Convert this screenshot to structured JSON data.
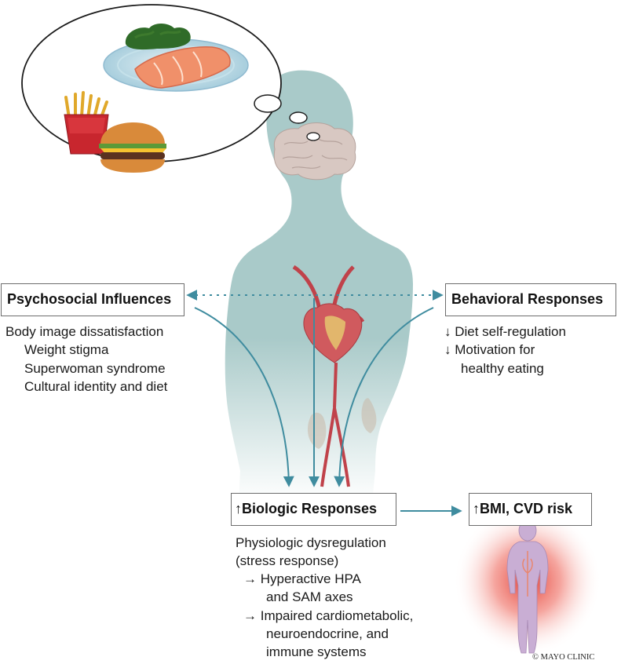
{
  "boxes": {
    "psychosocial": "Psychosocial Influences",
    "behavioral": "Behavioral Responses",
    "biologic": "↑Biologic Responses",
    "bmi": "↑BMI, CVD risk"
  },
  "psychosocial_items": [
    "Body image dissatisfaction",
    "Weight stigma",
    "Superwoman syndrome",
    "Cultural identity and diet"
  ],
  "behavioral_items": [
    "↓ Diet self-regulation",
    "↓ Motivation for",
    "healthy eating"
  ],
  "biologic_items": [
    "Physiologic dysregulation",
    "(stress response)",
    "→ Hyperactive HPA",
    "and SAM axes",
    "→ Impaired cardiometabolic,",
    "neuroendocrine, and",
    "immune systems"
  ],
  "credit": "© MAYO CLINIC",
  "colors": {
    "silhouette": "#a9cac9",
    "arrow": "#3f8c9f",
    "glow": "#e0342a",
    "box_border": "#6d6d6d"
  }
}
